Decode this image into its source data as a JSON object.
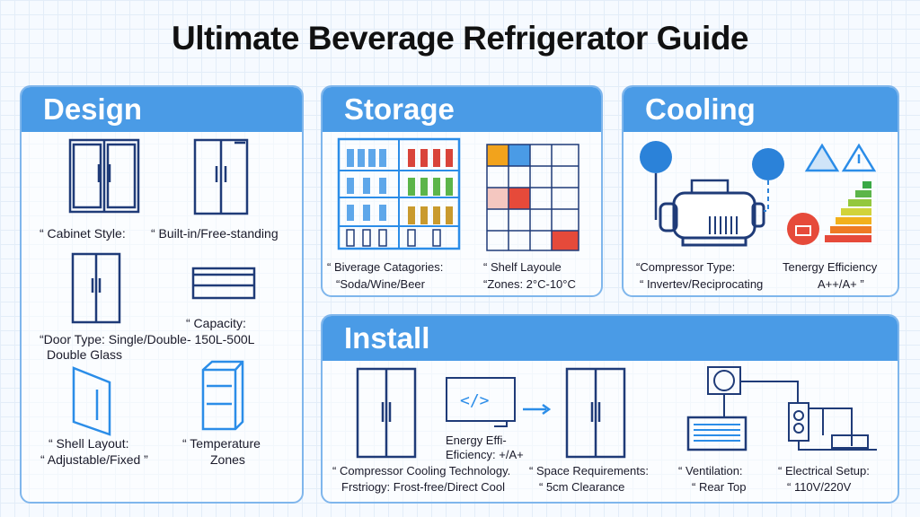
{
  "title": "Ultimate Beverage Refrigerator Guide",
  "design": {
    "header": "Design",
    "cabinet_style": "“ Cabinet Style:",
    "built_in": "“ Built-in/Free-standing",
    "capacity": "“ Capacity:",
    "door_type": "“Door Type: Single/Double- 150L-500L",
    "double_glass": "Double Glass",
    "shelf_layout": "“ Shell Layout:",
    "adjustable": "“ Adjustable/Fixed ”",
    "temperature": "“ Temperature",
    "zones": "Zones"
  },
  "storage": {
    "header": "Storage",
    "categories": "“ Biverage Catagories:",
    "categories_value": "“Soda/Wine/Beer",
    "shelf_layout": "“ Shelf Layoule",
    "zones": "“Zones: 2°C-10°C"
  },
  "cooling": {
    "header": "Cooling",
    "compressor": "“Compressor Type:",
    "compressor_value": "“ Invertev/Reciprocating",
    "energy": "Tenergy Efficiency",
    "energy_value": "A++/A+ ”"
  },
  "install": {
    "header": "Install",
    "energy_eff_1": "Energy Effi-",
    "energy_eff_2": "Eficiency: +/A+",
    "compressor_1": "“ Compressor Cooling Technology.",
    "compressor_2": "Frstriogy: Frost-free/Direct Cool",
    "space_1": "“ Space Requirements:",
    "space_2": "“ 5cm Clearance",
    "ventilation_1": "“ Ventilation:",
    "ventilation_2": "“ Rear Top",
    "electrical_1": "“ Electrical Setup:",
    "electrical_2": "“ 110V/220V"
  },
  "colors": {
    "accent": "#4a9be6",
    "border": "#7fb6ec",
    "ink": "#1f3b78"
  }
}
